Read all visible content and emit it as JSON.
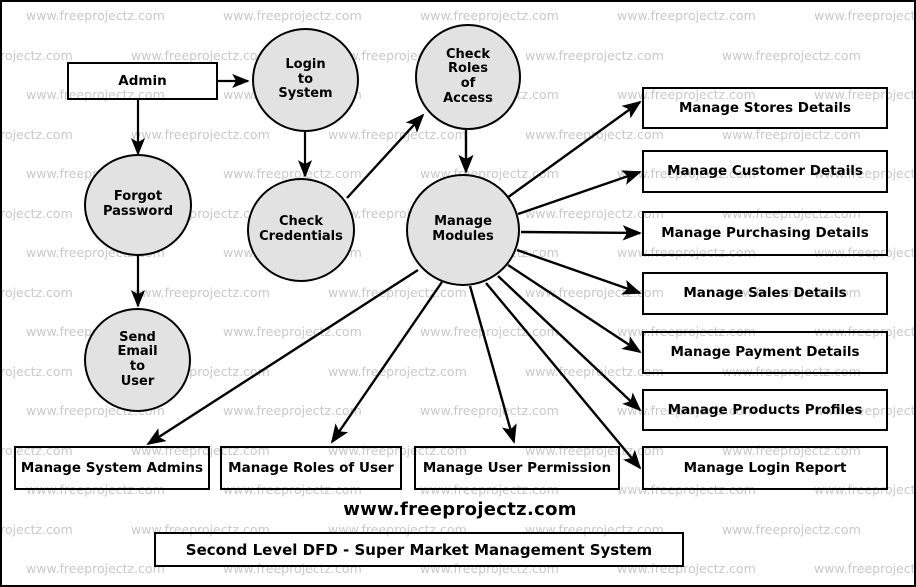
{
  "diagram": {
    "type": "data-flow-diagram",
    "level": "Second Level DFD",
    "title": "Second Level DFD - Super Market Management System",
    "footer_url": "www.freeprojectz.com",
    "watermark_text": "www.freeprojectz.com",
    "colors": {
      "process_fill": "#e2e2e2",
      "stroke": "#000000",
      "watermark": "#c9c9c9",
      "background": "#ffffff"
    },
    "entities": [
      {
        "id": "admin",
        "label": "Admin",
        "shape": "rectangle"
      }
    ],
    "processes": [
      {
        "id": "login-to-system",
        "label": "Login\nto\nSystem",
        "shape": "circle"
      },
      {
        "id": "check-roles-of-access",
        "label": "Check\nRoles\nof\nAccess",
        "shape": "circle"
      },
      {
        "id": "forgot-password",
        "label": "Forgot\nPassword",
        "shape": "circle"
      },
      {
        "id": "check-credentials",
        "label": "Check\nCredentials",
        "shape": "circle"
      },
      {
        "id": "manage-modules",
        "label": "Manage\nModules",
        "shape": "circle"
      },
      {
        "id": "send-email-to-user",
        "label": "Send\nEmail\nto\nUser",
        "shape": "circle"
      }
    ],
    "data_stores_right": [
      {
        "id": "manage-stores-details",
        "label": "Manage Stores Details"
      },
      {
        "id": "manage-customer-details",
        "label": "Manage Customer Details"
      },
      {
        "id": "manage-purchasing-details",
        "label": "Manage Purchasing Details"
      },
      {
        "id": "manage-sales-details",
        "label": "Manage Sales Details"
      },
      {
        "id": "manage-payment-details",
        "label": "Manage Payment Details"
      },
      {
        "id": "manage-products-profiles",
        "label": "Manage Products Profiles"
      },
      {
        "id": "manage-login-report",
        "label": "Manage Login Report"
      }
    ],
    "data_stores_bottom": [
      {
        "id": "manage-system-admins",
        "label": "Manage System Admins"
      },
      {
        "id": "manage-roles-of-user",
        "label": "Manage Roles of User"
      },
      {
        "id": "manage-user-permission",
        "label": "Manage User Permission"
      }
    ],
    "flows": [
      {
        "from": "admin",
        "to": "login-to-system"
      },
      {
        "from": "admin",
        "to": "forgot-password"
      },
      {
        "from": "forgot-password",
        "to": "send-email-to-user"
      },
      {
        "from": "login-to-system",
        "to": "check-credentials"
      },
      {
        "from": "check-credentials",
        "to": "check-roles-of-access"
      },
      {
        "from": "check-roles-of-access",
        "to": "manage-modules"
      },
      {
        "from": "manage-modules",
        "to": "manage-stores-details"
      },
      {
        "from": "manage-modules",
        "to": "manage-customer-details"
      },
      {
        "from": "manage-modules",
        "to": "manage-purchasing-details"
      },
      {
        "from": "manage-modules",
        "to": "manage-sales-details"
      },
      {
        "from": "manage-modules",
        "to": "manage-payment-details"
      },
      {
        "from": "manage-modules",
        "to": "manage-products-profiles"
      },
      {
        "from": "manage-modules",
        "to": "manage-login-report"
      },
      {
        "from": "manage-modules",
        "to": "manage-system-admins"
      },
      {
        "from": "manage-modules",
        "to": "manage-roles-of-user"
      },
      {
        "from": "manage-modules",
        "to": "manage-user-permission"
      }
    ]
  }
}
